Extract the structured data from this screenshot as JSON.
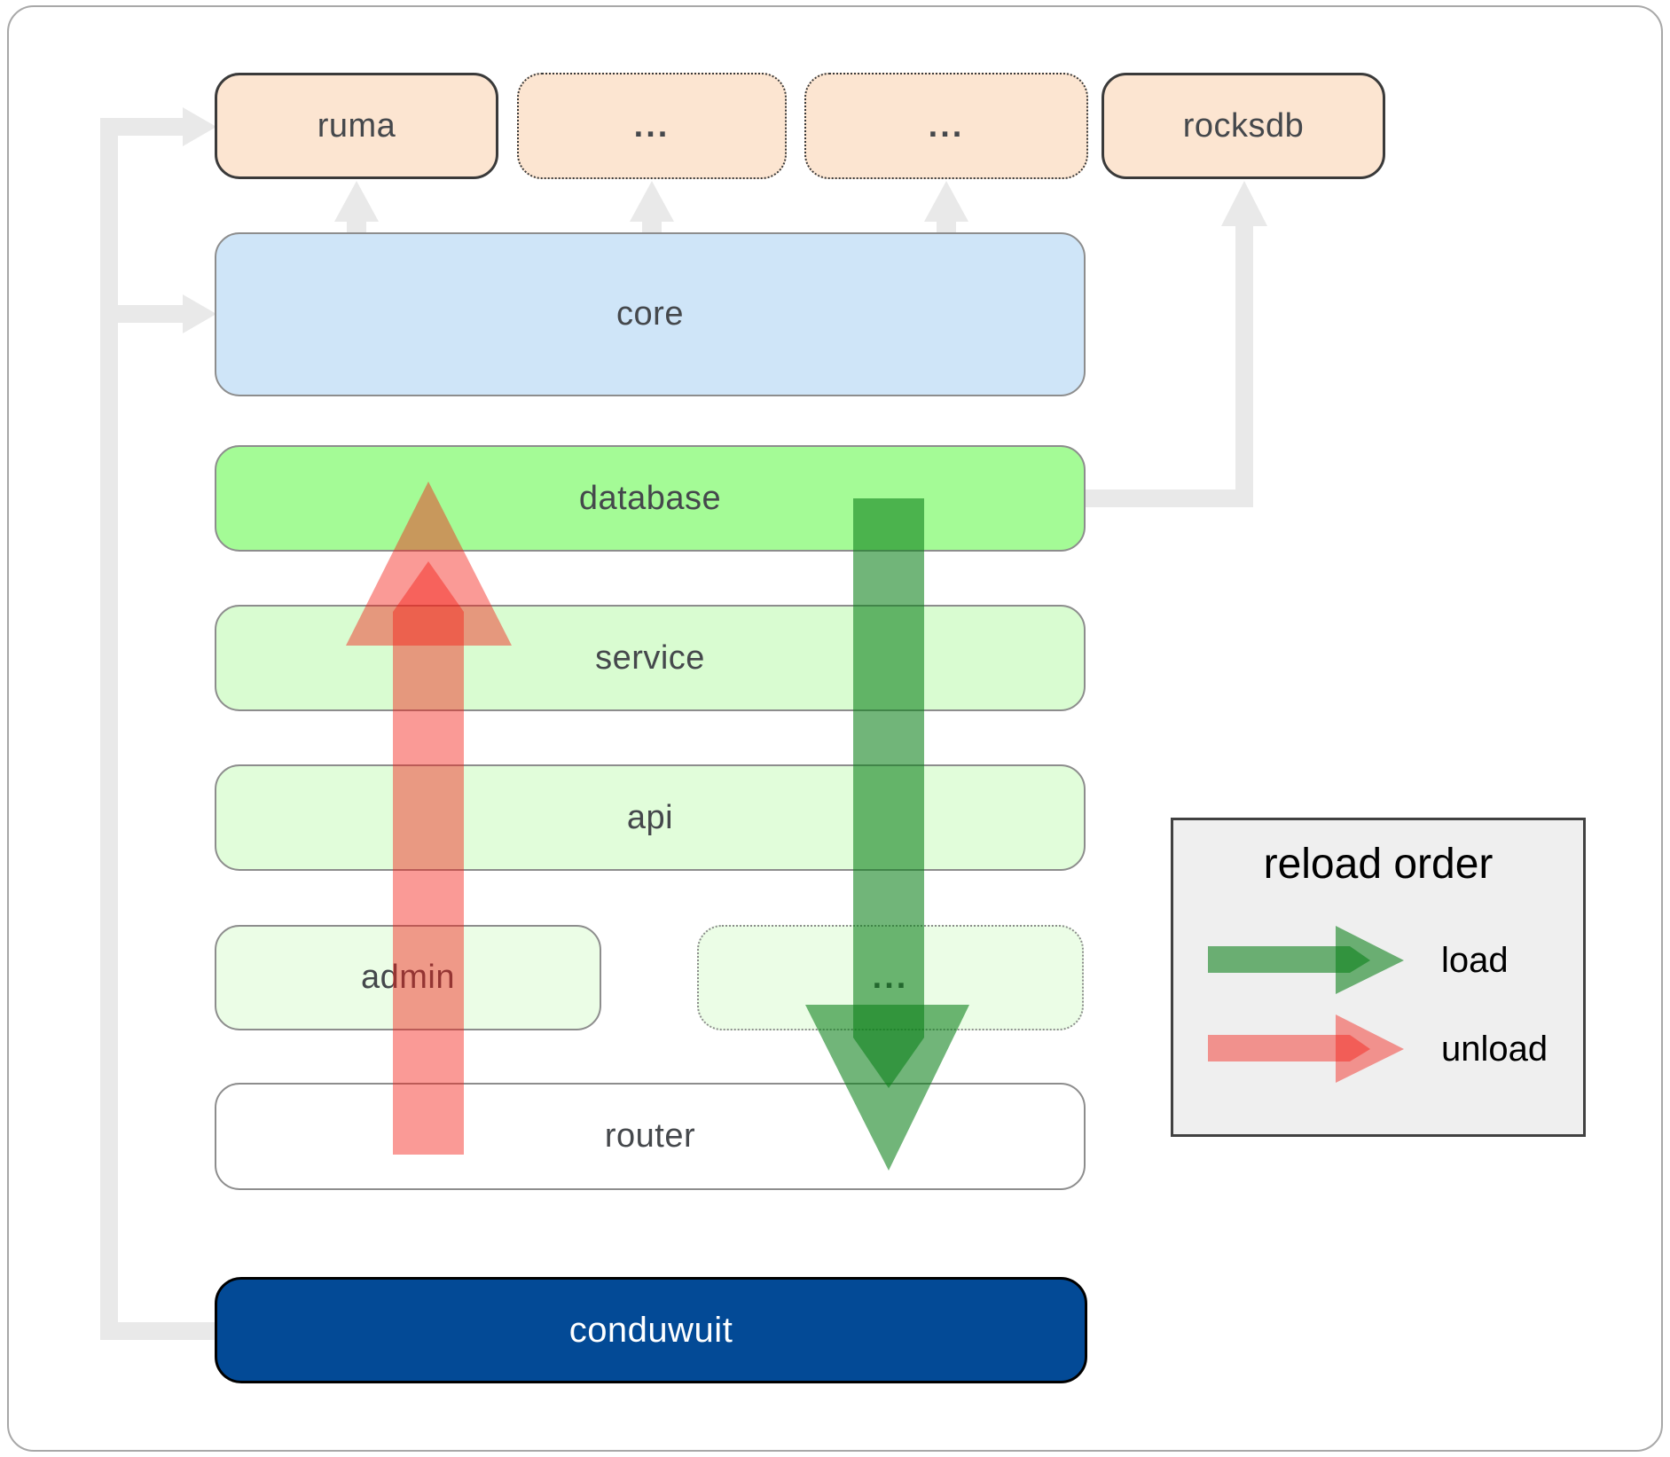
{
  "nodes": {
    "ruma": {
      "label": "ruma"
    },
    "ellipsis1": {
      "label": "..."
    },
    "ellipsis2": {
      "label": "..."
    },
    "rocksdb": {
      "label": "rocksdb"
    },
    "core": {
      "label": "core"
    },
    "database": {
      "label": "database"
    },
    "service": {
      "label": "service"
    },
    "api": {
      "label": "api"
    },
    "admin": {
      "label": "admin"
    },
    "ellipsis3": {
      "label": "..."
    },
    "router": {
      "label": "router"
    },
    "conduwuit": {
      "label": "conduwuit"
    }
  },
  "legend": {
    "title": "reload order",
    "items": [
      {
        "label": "load",
        "color": "#0a8018"
      },
      {
        "label": "unload",
        "color": "#f42016"
      }
    ]
  },
  "colors": {
    "peach_box": "#fce5d1",
    "core_box": "#cfe5f8",
    "database_box": "#a4fb96",
    "service_box": "#d9fcd1",
    "api_box": "#e1fdda",
    "admin_box": "#ebfde6",
    "router_box": "#ffffff",
    "conduwuit_box": "#034a96",
    "connector_gray": "#e9e9e9",
    "load_arrow_green": "#0a8018",
    "unload_arrow_red": "#f42016",
    "box_label_text": "#45484c",
    "legend_background": "#efefef"
  }
}
